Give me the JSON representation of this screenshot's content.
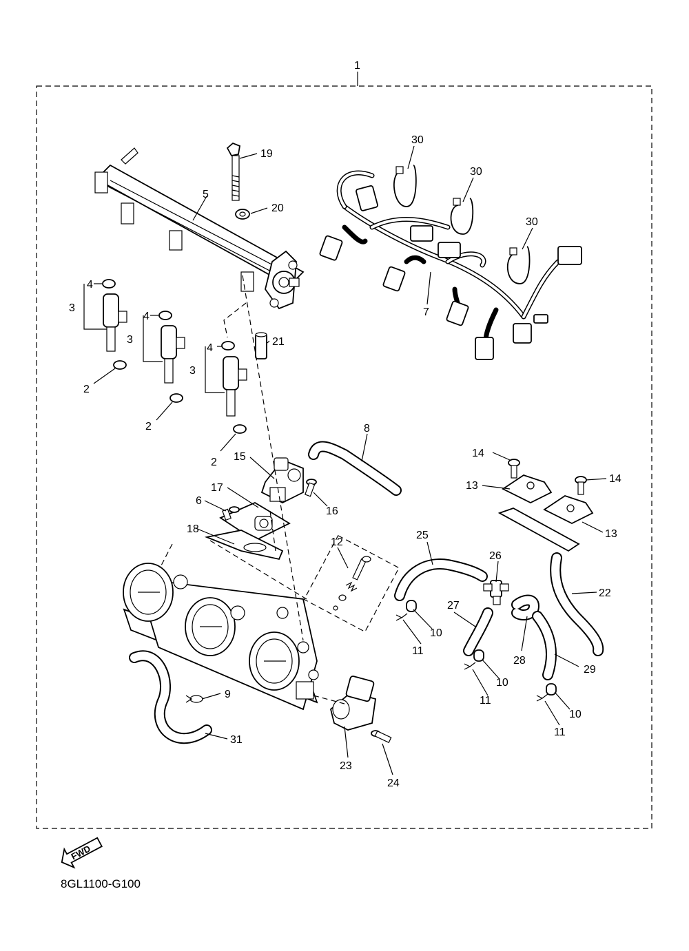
{
  "diagram": {
    "code": "8GL1100-G100",
    "fwd_label": "FWD",
    "callouts": {
      "c1": "1",
      "c2a": "2",
      "c2b": "2",
      "c2c": "2",
      "c3a": "3",
      "c3b": "3",
      "c3c": "3",
      "c4a": "4",
      "c4b": "4",
      "c4c": "4",
      "c5": "5",
      "c6": "6",
      "c7": "7",
      "c8": "8",
      "c9": "9",
      "c10a": "10",
      "c10b": "10",
      "c10c": "10",
      "c11a": "11",
      "c11b": "11",
      "c11c": "11",
      "c12": "12",
      "c13a": "13",
      "c13b": "13",
      "c14a": "14",
      "c14b": "14",
      "c15": "15",
      "c16": "16",
      "c17": "17",
      "c18": "18",
      "c19": "19",
      "c20": "20",
      "c21": "21",
      "c22": "22",
      "c23": "23",
      "c24": "24",
      "c25": "25",
      "c26": "26",
      "c27": "27",
      "c28": "28",
      "c29": "29",
      "c30a": "30",
      "c30b": "30",
      "c30c": "30",
      "c31": "31"
    }
  }
}
